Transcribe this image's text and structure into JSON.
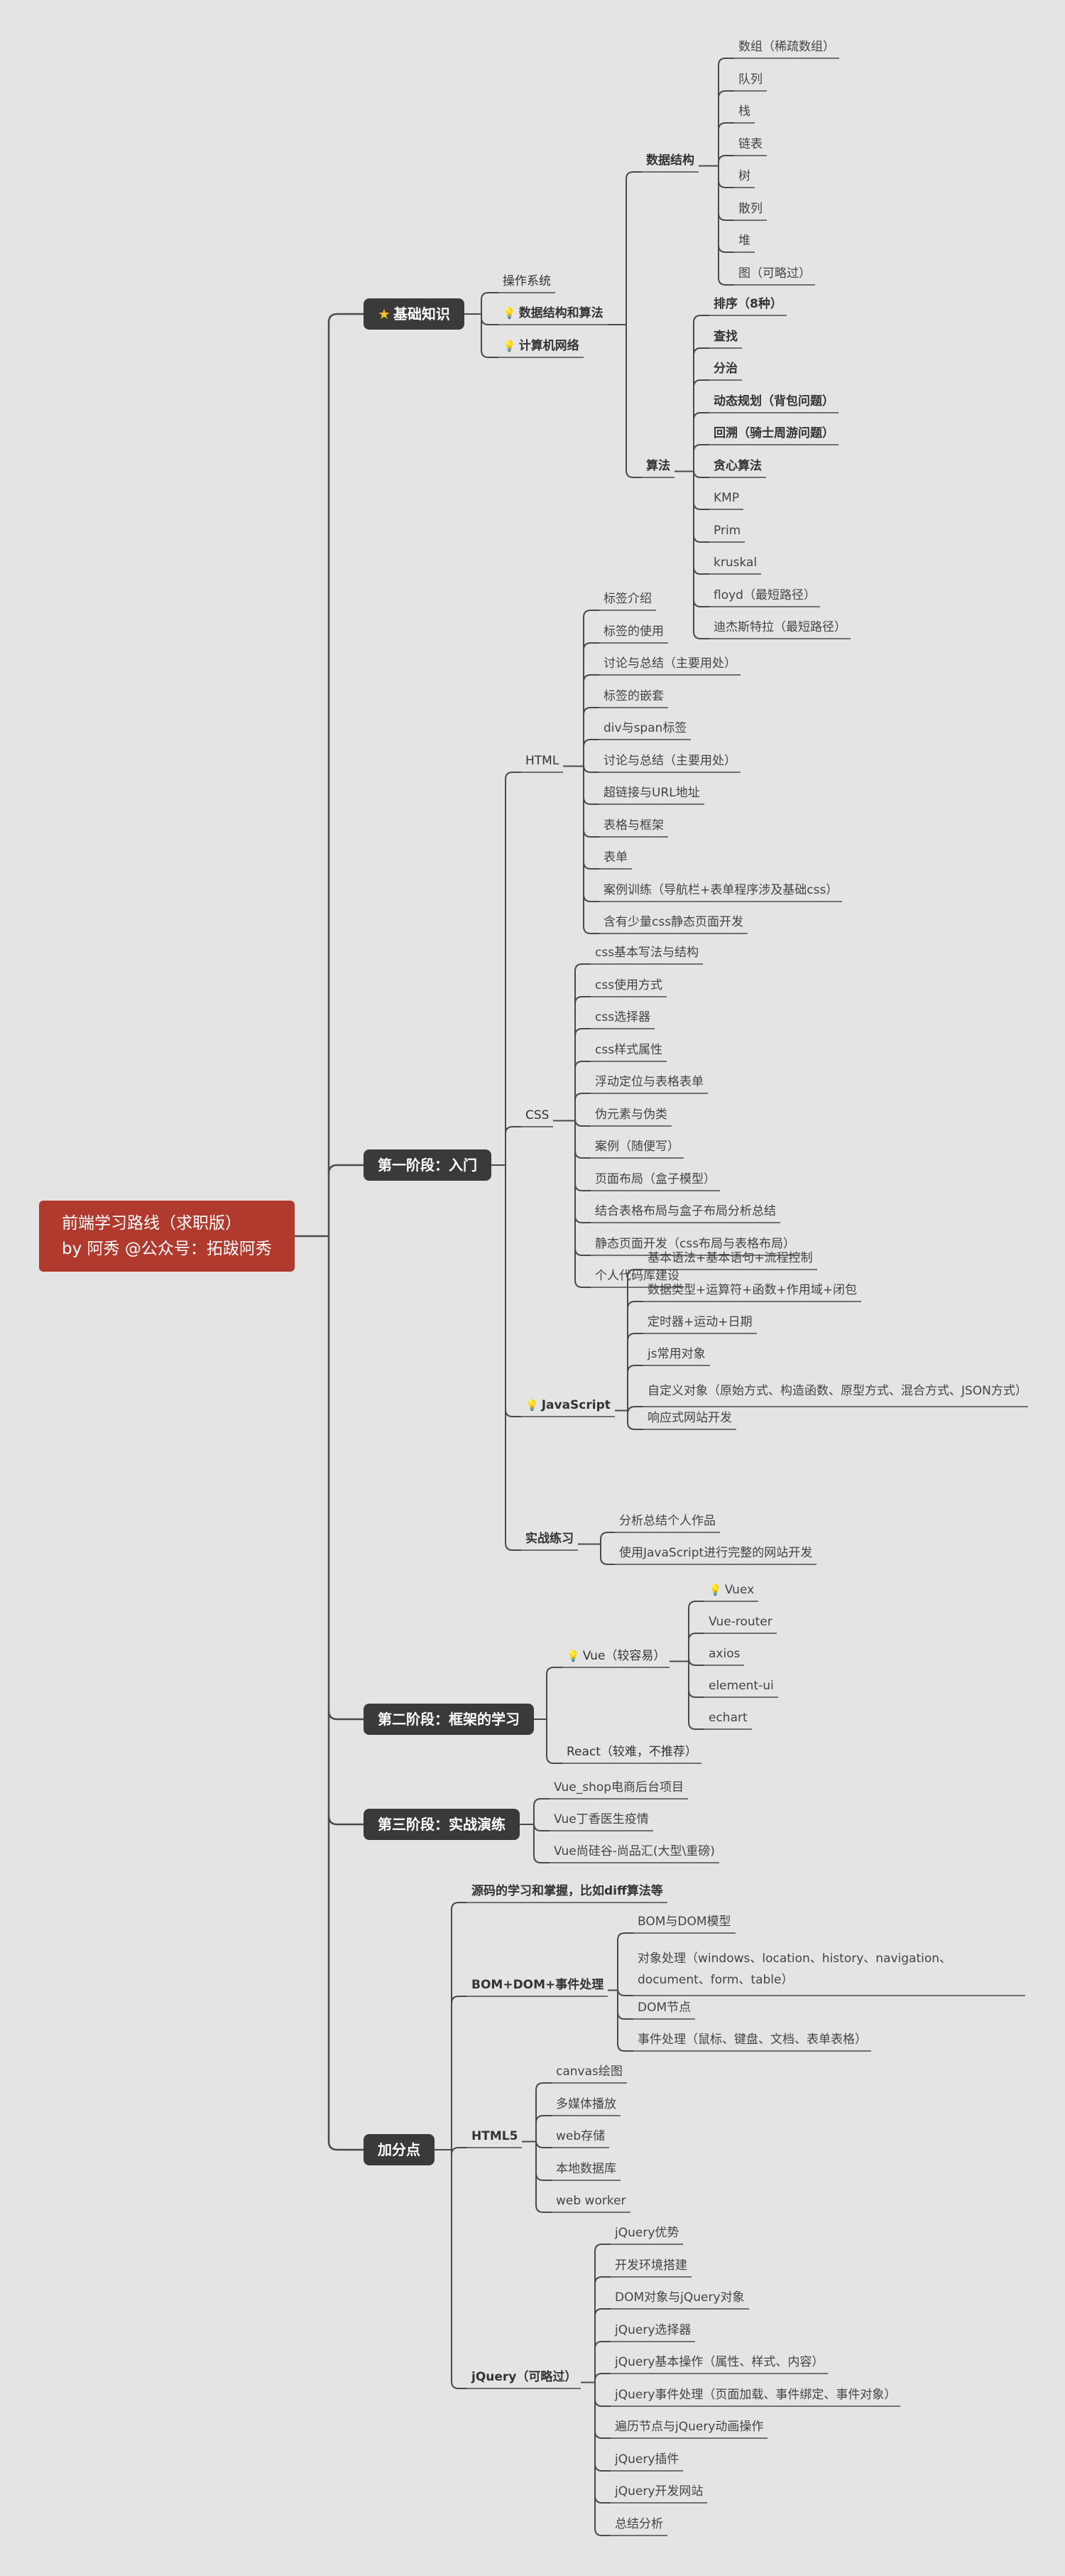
{
  "root": {
    "line1": "前端学习路线（求职版）",
    "line2": "by 阿秀 @公众号：拓跋阿秀"
  },
  "b1": {
    "label": "基础知识",
    "os": "操作系统",
    "dsa": "数据结构和算法",
    "net": "计算机网络",
    "ds": {
      "label": "数据结构",
      "items": [
        "数组（稀疏数组）",
        "队列",
        "栈",
        "链表",
        "树",
        "散列",
        "堆",
        "图（可略过）"
      ]
    },
    "algo": {
      "label": "算法",
      "items": [
        "排序（8种）",
        "查找",
        "分治",
        "动态规划（背包问题）",
        "回溯（骑士周游问题）",
        "贪心算法",
        "KMP",
        "Prim",
        "kruskal",
        "floyd（最短路径）",
        "迪杰斯特拉（最短路径）"
      ]
    }
  },
  "b2": {
    "label": "第一阶段：入门",
    "html": {
      "label": "HTML",
      "items": [
        "标签介绍",
        "标签的使用",
        "讨论与总结（主要用处）",
        "标签的嵌套",
        "div与span标签",
        "讨论与总结（主要用处）",
        "超链接与URL地址",
        "表格与框架",
        "表单",
        "案例训练（导航栏+表单程序涉及基础css）",
        "含有少量css静态页面开发"
      ]
    },
    "css": {
      "label": "CSS",
      "items": [
        "css基本写法与结构",
        "css使用方式",
        "css选择器",
        "css样式属性",
        "浮动定位与表格表单",
        "伪元素与伪类",
        "案例（随便写）",
        "页面布局（盒子模型）",
        "结合表格布局与盒子布局分析总结",
        "静态页面开发（css布局与表格布局）",
        "个人代码库建设"
      ]
    },
    "js": {
      "label": "JavaScript",
      "items": [
        "基本语法+基本语句+流程控制",
        "数据类型+运算符+函数+作用域+闭包",
        "定时器+运动+日期",
        "js常用对象",
        "自定义对象（原始方式、构造函数、原型方式、混合方式、JSON方式）",
        "响应式网站开发"
      ]
    },
    "practice": {
      "label": "实战练习",
      "items": [
        "分析总结个人作品",
        "使用JavaScript进行完整的网站开发"
      ]
    }
  },
  "b3": {
    "label": "第二阶段：框架的学习",
    "vue": {
      "label": "Vue（较容易）",
      "items": [
        "Vuex",
        "Vue-router",
        "axios",
        "element-ui",
        "echart"
      ]
    },
    "react": "React（较难，不推荐）"
  },
  "b4": {
    "label": "第三阶段：实战演练",
    "items": [
      "Vue_shop电商后台项目",
      "Vue丁香医生疫情",
      "Vue尚硅谷-尚品汇(大型\\重磅)"
    ]
  },
  "b5": {
    "label": "加分点",
    "source": "源码的学习和掌握，比如diff算法等",
    "bom": {
      "label": "BOM+DOM+事件处理",
      "items": [
        "BOM与DOM模型",
        "对象处理（windows、location、history、navigation、document、form、table）",
        "DOM节点",
        "事件处理（鼠标、键盘、文档、表单表格）"
      ]
    },
    "h5": {
      "label": "HTML5",
      "items": [
        "canvas绘图",
        "多媒体播放",
        "web存储",
        "本地数据库",
        "web worker"
      ]
    },
    "jq": {
      "label": "jQuery（可略过）",
      "items": [
        "jQuery优势",
        "开发环境搭建",
        "DOM对象与jQuery对象",
        "jQuery选择器",
        "jQuery基本操作（属性、样式、内容）",
        "jQuery事件处理（页面加载、事件绑定、事件对象）",
        "遍历节点与jQuery动画操作",
        "jQuery插件",
        "jQuery开发网站",
        "总结分析"
      ]
    }
  },
  "colors": {
    "root_bg": "#b03a2e",
    "branch_bg": "#3a3a3a",
    "line": "#4a4a4a",
    "canvas": "#e4e4e4"
  }
}
